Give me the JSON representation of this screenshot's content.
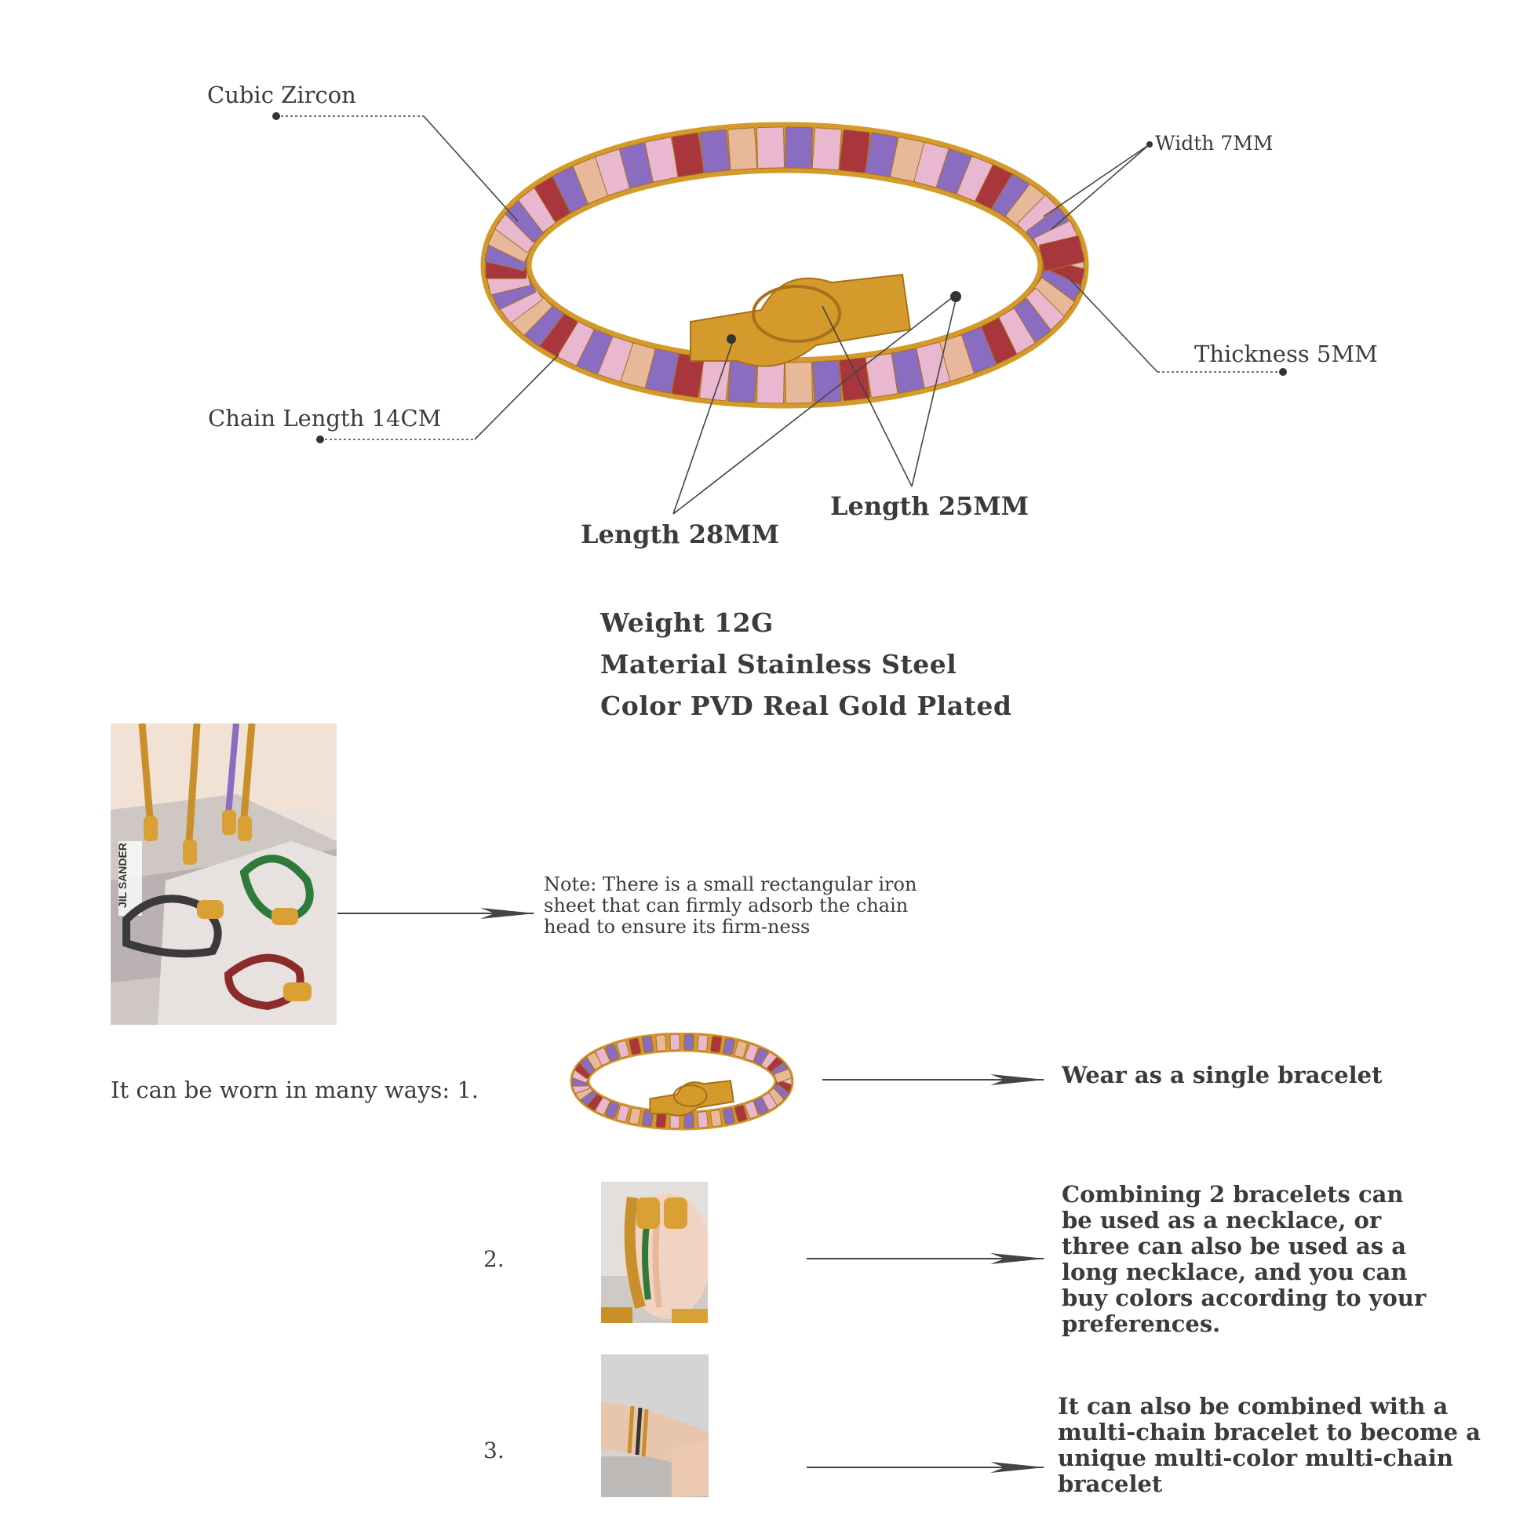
{
  "callouts": {
    "cubic_zircon": "Cubic Zircon",
    "width": "Width 7MM",
    "thickness": "Thickness 5MM",
    "chain_length": "Chain Length 14CM",
    "length_28": "Length 28MM",
    "length_25": "Length 25MM"
  },
  "specs": {
    "weight": "Weight 12G",
    "material": "Material Stainless Steel",
    "color": "Color PVD Real Gold Plated"
  },
  "note": "Note: There is a small rectangular iron sheet that can firmly adsorb the chain head to ensure its firm-ness",
  "ways": {
    "intro": "It can be worn in many ways: 1.",
    "items": [
      {
        "number": "",
        "text": "Wear as a single bracelet"
      },
      {
        "number": "2.",
        "text": "Combining 2 bracelets can be used as a necklace, or three can also be used as a long necklace, and you can buy colors according to your preferences."
      },
      {
        "number": "3.",
        "text": "It can also be combined with a multi-chain bracelet to become a unique multi-color multi-chain bracelet"
      }
    ]
  },
  "colors": {
    "gold": "#d49a2c",
    "gold_dark": "#a8711a",
    "stone_pink": "#e9b7cf",
    "stone_red": "#a8363c",
    "stone_purple": "#8a6cc0",
    "stone_peach": "#e8b89a",
    "line": "#444444"
  }
}
